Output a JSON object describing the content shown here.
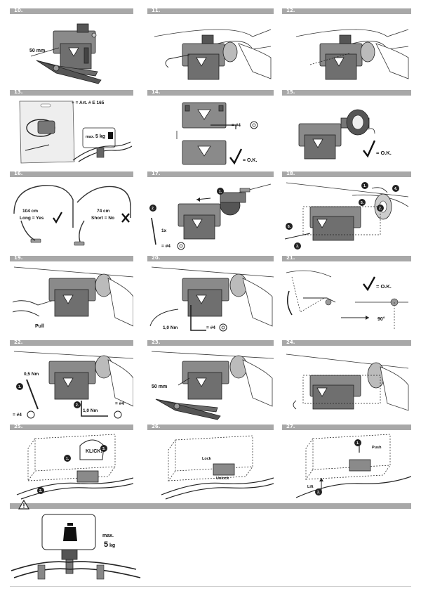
{
  "steps": {
    "s10": {
      "num": "10.",
      "measure": "50 mm"
    },
    "s11": {
      "num": "11."
    },
    "s12": {
      "num": "12."
    },
    "s13": {
      "num": "13.",
      "article": "+ = Art. # E 165",
      "max_label": "max.",
      "max_value": "5 kg"
    },
    "s14": {
      "num": "14.",
      "hex": "= #4",
      "ok": "= O.K."
    },
    "s15": {
      "num": "15.",
      "ok": "= O.K."
    },
    "s16": {
      "num": "16.",
      "long_len": "104 cm",
      "long_txt": "Long = Yes",
      "short_len": "74 cm",
      "short_txt": "Short = No"
    },
    "s17": {
      "num": "17.",
      "c1": "1.",
      "c2": "2.",
      "once": "1x",
      "hex": "= #4"
    },
    "s18": {
      "num": "18.",
      "c1": "1.",
      "c2": "2.",
      "c3": "3.",
      "c4": "4.",
      "c5": "5.",
      "c6": "6."
    },
    "s19": {
      "num": "19.",
      "pull": "Pull"
    },
    "s20": {
      "num": "20.",
      "torque": "1,0 Nm",
      "hex": "= #4"
    },
    "s21": {
      "num": "21.",
      "ok": "= O.K.",
      "angle": "90°"
    },
    "s22": {
      "num": "22.",
      "torque_a": "0,5 Nm",
      "c1": "1.",
      "c2": "2.",
      "torque_b": "1,0 Nm",
      "hex_a": "= #4",
      "hex_b": "= #4"
    },
    "s23": {
      "num": "23.",
      "measure": "50 mm"
    },
    "s24": {
      "num": "24."
    },
    "s25": {
      "num": "25.",
      "klick": "KLICK!!",
      "c1": "1.",
      "c2": "2.",
      "c3": "3."
    },
    "s26": {
      "num": "26.",
      "lock": "Lock",
      "unlock": "Unlock"
    },
    "s27": {
      "num": "27.",
      "c1": "1.",
      "c2": "2.",
      "push": "Push",
      "lift": "Lift"
    },
    "warning": {
      "max_label": "max.",
      "max_value": "5",
      "unit": "kg"
    }
  }
}
